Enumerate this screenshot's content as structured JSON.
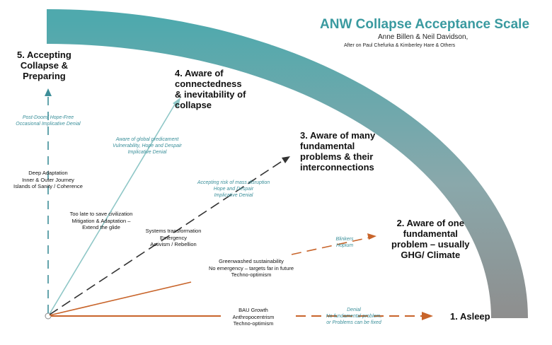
{
  "title": "ANW Collapse Acceptance Scale",
  "authors": "Anne Billen & Neil Davidson,",
  "after": "After on Paul Chefurka & Kimberley Hare & Others",
  "colors": {
    "teal": "#3a9aa0",
    "orange": "#c8642a",
    "gray": "#8c8c8c",
    "dark": "#333333",
    "light_teal": "#8fc7c7"
  },
  "stages": {
    "s5": [
      "5. Accepting",
      "Collapse &",
      "Preparing"
    ],
    "s4": [
      "4. Aware of",
      "connectedness",
      "& inevitability of",
      "collapse"
    ],
    "s3": [
      "3. Aware of many",
      "fundamental",
      "problems & their",
      "interconnections"
    ],
    "s2": [
      "2. Aware of one",
      "fundamental",
      "problem – usually",
      "GHG/ Climate"
    ],
    "s1": [
      "1. Asleep"
    ]
  },
  "descriptions": {
    "deep": [
      "Deep Adaptation",
      "Inner & Outer Journey",
      "Islands of Sanity / Coherence"
    ],
    "toolate": [
      "Too late to save civilization",
      "Mitigation & Adaptation –",
      "Extend the glide"
    ],
    "systems": [
      "Systems transformation",
      "Emergency",
      "Activism / Rebellion"
    ],
    "green": [
      "Greenwashed sustainability",
      "No emergency – targets far in future",
      "Techno-optimism"
    ],
    "bau": [
      "BAU Growth",
      "Anthropocentrism",
      "Techno-optimism"
    ]
  },
  "denials": {
    "d5": [
      "Post-Doom/ Hope-Free",
      "Occasional Implicative Denial"
    ],
    "d4": [
      "Aware of  global predicament",
      "Vulnerability, Hope and Despair",
      "Implicative Denial"
    ],
    "d3": [
      "Accepting risk of mass disruption",
      "Hope and Despair",
      "Implicative Denial"
    ],
    "d2": [
      "Blinkers",
      "Hopium"
    ],
    "d1": [
      "Denial",
      "No fundamental problem,",
      "or Problems can be fixed"
    ]
  }
}
